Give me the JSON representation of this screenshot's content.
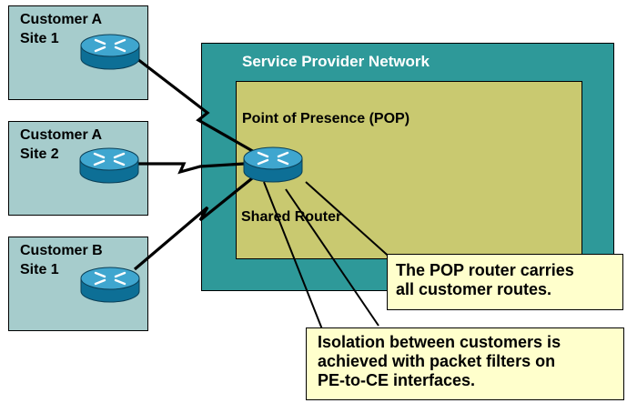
{
  "sites": [
    {
      "name": "customer-a-site-1",
      "line1": "Customer A",
      "line2": "Site 1"
    },
    {
      "name": "customer-a-site-2",
      "line1": "Customer A",
      "line2": "Site 2"
    },
    {
      "name": "customer-b-site-1",
      "line1": "Customer B",
      "line2": "Site 1"
    }
  ],
  "network": {
    "title": "Service Provider Network",
    "pop_title": "Point of Presence (POP)",
    "router_label": "Shared Router"
  },
  "callouts": {
    "routes": {
      "line1": "The POP router carries",
      "line2": "all customer routes."
    },
    "isolation": {
      "line1": "Isolation between customers is",
      "line2": "achieved with packet filters on",
      "line3": "PE-to-CE interfaces."
    }
  },
  "colors": {
    "site_fill": "#a6cccc",
    "provider_fill": "#2e9999",
    "pop_fill": "#c9c970",
    "callout_fill": "#ffffcc",
    "router_fill": "#1d8fb8"
  },
  "icons": [
    "router-icon"
  ]
}
